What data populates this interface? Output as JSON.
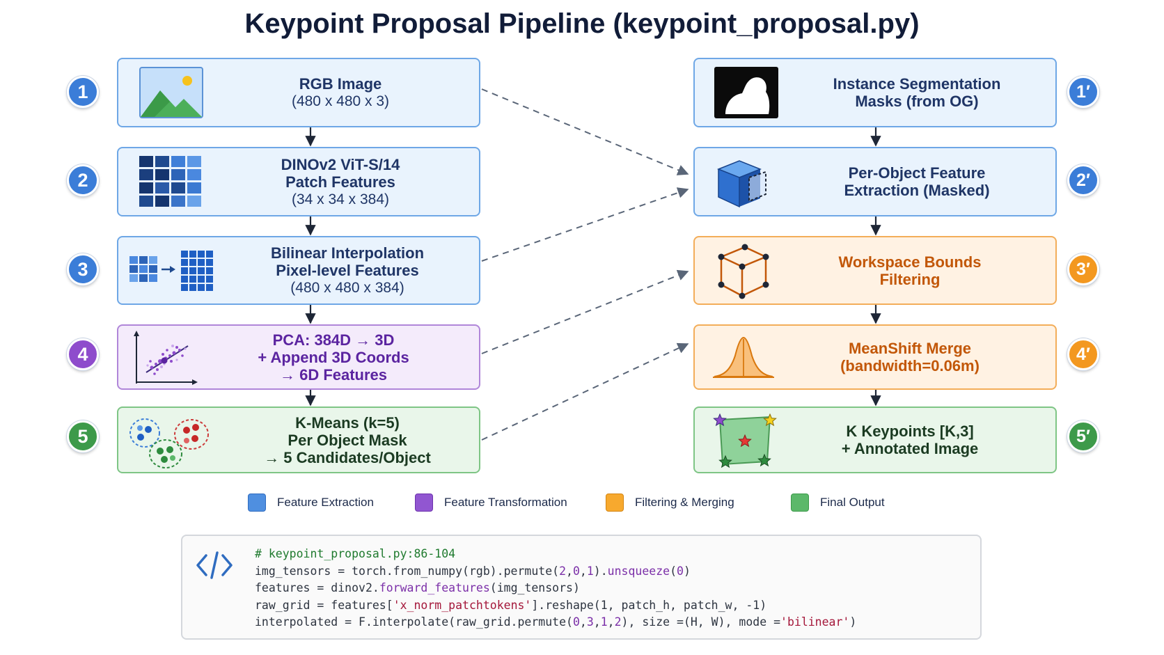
{
  "title": "Keypoint Proposal Pipeline (keypoint_proposal.py)",
  "colors": {
    "blue": "#3b7dd8",
    "purple": "#8e4ccc",
    "orange": "#f39820",
    "green": "#3d9a4a",
    "connector": "#4e5a6e"
  },
  "left_steps": [
    {
      "badge": "1",
      "icon": "rgb-image-icon",
      "lines": [
        "RGB Image",
        "(480 x 480 x 3)"
      ]
    },
    {
      "badge": "2",
      "icon": "patch-grid-icon",
      "lines": [
        "DINOv2 ViT-S/14",
        "Patch Features",
        "(34 x 34 x 384)"
      ]
    },
    {
      "badge": "3",
      "icon": "interpolation-grid-icon",
      "lines": [
        "Bilinear Interpolation",
        "Pixel-level Features",
        "(480 x 480 x 384)"
      ]
    },
    {
      "badge": "4",
      "icon": "pca-scatter-icon",
      "lines": [
        "PCA: 384D → 3D",
        "+ Append 3D Coords",
        "→ 6D Features"
      ]
    },
    {
      "badge": "5",
      "icon": "kmeans-clusters-icon",
      "lines": [
        "K-Means (k=5)",
        "Per Object Mask",
        "→ 5 Candidates/Object"
      ]
    }
  ],
  "right_steps": [
    {
      "badge": "1′",
      "icon": "segmentation-mask-icon",
      "lines": [
        "Instance Segmentation",
        "Masks (from OG)"
      ]
    },
    {
      "badge": "2′",
      "icon": "feature-cube-icon",
      "lines": [
        "Per-Object Feature",
        "Extraction (Masked)"
      ]
    },
    {
      "badge": "3′",
      "icon": "bounding-cube-icon",
      "lines": [
        "Workspace Bounds",
        "Filtering"
      ]
    },
    {
      "badge": "4′",
      "icon": "gaussian-curve-icon",
      "lines": [
        "MeanShift Merge",
        "(bandwidth=0.06m)"
      ]
    },
    {
      "badge": "5′",
      "icon": "keypoint-stars-icon",
      "lines": [
        "K Keypoints [K,3]",
        "+ Annotated Image"
      ]
    }
  ],
  "legend": [
    {
      "label": "Feature Extraction",
      "color": "#4f8fe0"
    },
    {
      "label": "Feature Transformation",
      "color": "#9156d1"
    },
    {
      "label": "Filtering & Merging",
      "color": "#f7a92e"
    },
    {
      "label": "Final Output",
      "color": "#5cb86a"
    }
  ],
  "code": {
    "icon": "code-brackets-icon",
    "comment": "# keypoint_proposal.py:86-104",
    "line1": {
      "a": "img_tensors = torch.from_numpy(rgb).permute(",
      "n1": "2",
      "c1": ",",
      "n2": "0",
      "c2": ",",
      "n3": "1",
      "b": ").",
      "fn": "unsqueeze",
      "p1": "(",
      "n4": "0",
      "p2": ")"
    },
    "line2": {
      "a": "features = dinov2.",
      "fn": "forward_features",
      "b": "(img_tensors)"
    },
    "line3": {
      "a": "raw_grid = features[",
      "str": "'x_norm_patchtokens'",
      "b": "].reshape(1, patch_h, patch_w, -1)"
    },
    "line4": {
      "a": "interpolated = F.interpolate(raw_grid.permute(",
      "n1": "0",
      "c1": ",",
      "n2": "3",
      "c2": ",",
      "n3": "1",
      "c3": ",",
      "n4": "2",
      "b": "), size =(H, W), mode =",
      "str": "'bilinear'",
      "c": ")"
    }
  }
}
